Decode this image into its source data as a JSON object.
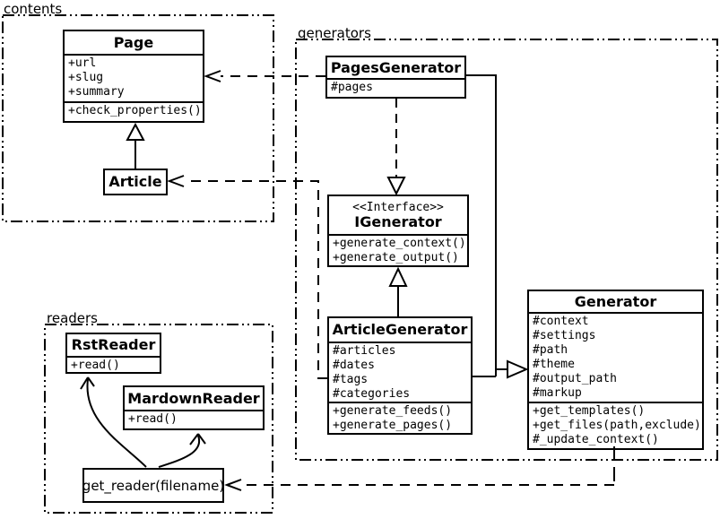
{
  "packages": {
    "contents": {
      "label": "contents"
    },
    "generators": {
      "label": "generators"
    },
    "readers": {
      "label": "readers"
    }
  },
  "classes": {
    "page": {
      "title": "Page",
      "attributes": [
        "+url",
        "+slug",
        "+summary"
      ],
      "methods": [
        "+check_properties()"
      ]
    },
    "article": {
      "title": "Article"
    },
    "pages_generator": {
      "title": "PagesGenerator",
      "attributes": [
        "#pages"
      ]
    },
    "igenerator": {
      "stereotype": "<<Interface>>",
      "title": "IGenerator",
      "methods": [
        "+generate_context()",
        "+generate_output()"
      ]
    },
    "article_generator": {
      "title": "ArticleGenerator",
      "attributes": [
        "#articles",
        "#dates",
        "#tags",
        "#categories"
      ],
      "methods": [
        "+generate_feeds()",
        "+generate_pages()"
      ]
    },
    "generator": {
      "title": "Generator",
      "attributes": [
        "#context",
        "#settings",
        "#path",
        "#theme",
        "#output_path",
        "#markup"
      ],
      "methods": [
        "+get_templates()",
        "+get_files(path,exclude)",
        "#_update_context()"
      ]
    },
    "rst_reader": {
      "title": "RstReader",
      "methods": [
        "+read()"
      ]
    },
    "mardown_reader": {
      "title": "MardownReader",
      "methods": [
        "+read()"
      ]
    },
    "get_reader": {
      "title": "get_reader(filename)"
    }
  },
  "relationships": [
    {
      "from": "Article",
      "to": "Page",
      "type": "inheritance"
    },
    {
      "from": "PagesGenerator",
      "to": "Page",
      "type": "dependency"
    },
    {
      "from": "ArticleGenerator",
      "to": "Article",
      "type": "dependency"
    },
    {
      "from": "PagesGenerator",
      "to": "IGenerator",
      "type": "realization"
    },
    {
      "from": "ArticleGenerator",
      "to": "IGenerator",
      "type": "inheritance"
    },
    {
      "from": "PagesGenerator",
      "to": "Generator",
      "type": "inheritance"
    },
    {
      "from": "ArticleGenerator",
      "to": "Generator",
      "type": "inheritance"
    },
    {
      "from": "Generator",
      "to": "get_reader(filename)",
      "type": "dependency"
    },
    {
      "from": "get_reader(filename)",
      "to": "RstReader",
      "type": "reference"
    },
    {
      "from": "get_reader(filename)",
      "to": "MardownReader",
      "type": "reference"
    }
  ],
  "colors": {
    "line": "#000000",
    "background": "#ffffff",
    "box_fill": "#ffffff"
  }
}
